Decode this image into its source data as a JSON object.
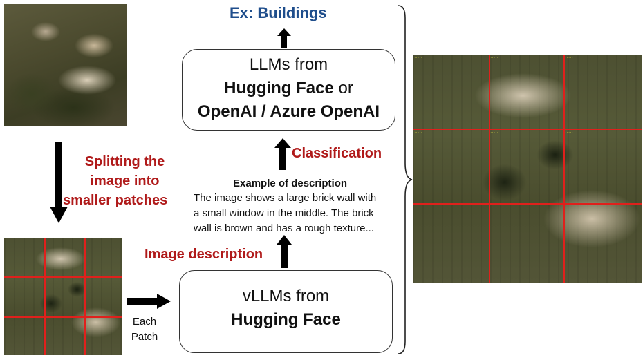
{
  "title": "Ex: Buildings",
  "top_box": {
    "line1": "LLMs from",
    "line2_bold": "Hugging Face",
    "line2_rest": " or",
    "line3": "OpenAI / Azure OpenAI"
  },
  "bottom_box": {
    "line1": "vLLMs from",
    "line2": "Hugging Face"
  },
  "labels": {
    "classification": "Classification",
    "image_description": "Image description",
    "splitting_line1": "Splitting the",
    "splitting_line2": "image into",
    "splitting_line3": "smaller patches",
    "each_patch_line1": "Each",
    "each_patch_line2": "Patch"
  },
  "description": {
    "heading": "Example of description",
    "line1": "The image shows a large brick wall with",
    "line2": "a small window in the middle. The brick",
    "line3": "wall is brown and has a rough texture..."
  },
  "colors": {
    "label_red": "#b01a1a",
    "title_blue": "#1f4e8c",
    "grid_red": "#e0201c"
  }
}
